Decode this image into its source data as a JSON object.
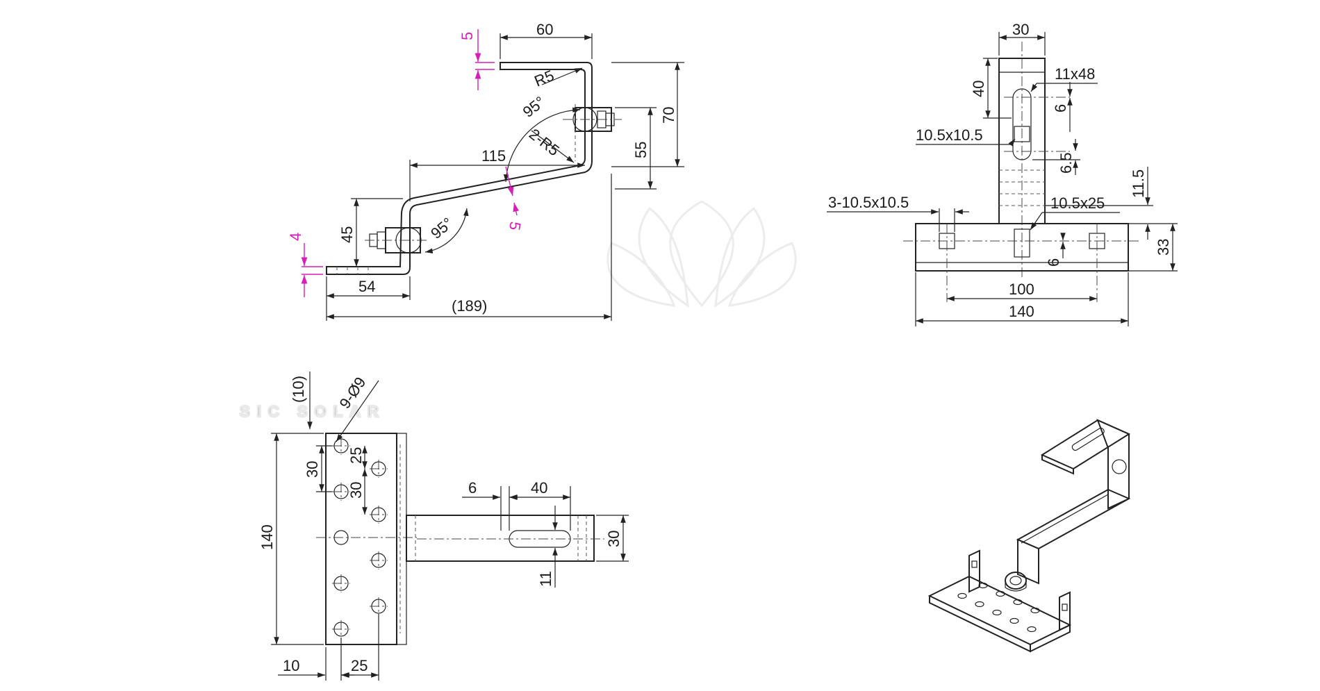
{
  "watermark": {
    "text": "SIC SOLAR"
  },
  "side_view": {
    "dims": {
      "top_width": "60",
      "top_radius": "R5",
      "top_thickness": "5",
      "upper_angle": "95°",
      "bend_radii": "2-R5",
      "offset_length": "115",
      "height_overall": "70",
      "height_mid": "55",
      "plate_thickness": "5",
      "lower_angle": "95°",
      "lower_height": "45",
      "base_thickness": "4",
      "base_length": "54",
      "overall_length": "(189)"
    }
  },
  "front_view": {
    "dims": {
      "stem_width": "30",
      "slot_size": "11x48",
      "stem_height": "40",
      "slot_offset": "6",
      "square_hole": "10.5x10.5",
      "slot_gap": "6.5",
      "stem_base": "11.5",
      "base_holes": "3-10.5x10.5",
      "base_slot": "10.5x25",
      "base_hole_offset": "6",
      "base_height": "33",
      "hole_spacing": "100",
      "base_width": "140"
    }
  },
  "plan_view": {
    "dims": {
      "top_margin": "(10)",
      "holes": "9-Ø9",
      "pitch_a": "25",
      "pitch_b": "30",
      "pitch_c": "30",
      "plate_length": "140",
      "edge_margin": "10",
      "col_spacing": "25",
      "arm_offset": "6",
      "arm_slot_len": "40",
      "arm_width": "30",
      "arm_slot_width": "11"
    }
  },
  "iso_view": {
    "label": ""
  }
}
